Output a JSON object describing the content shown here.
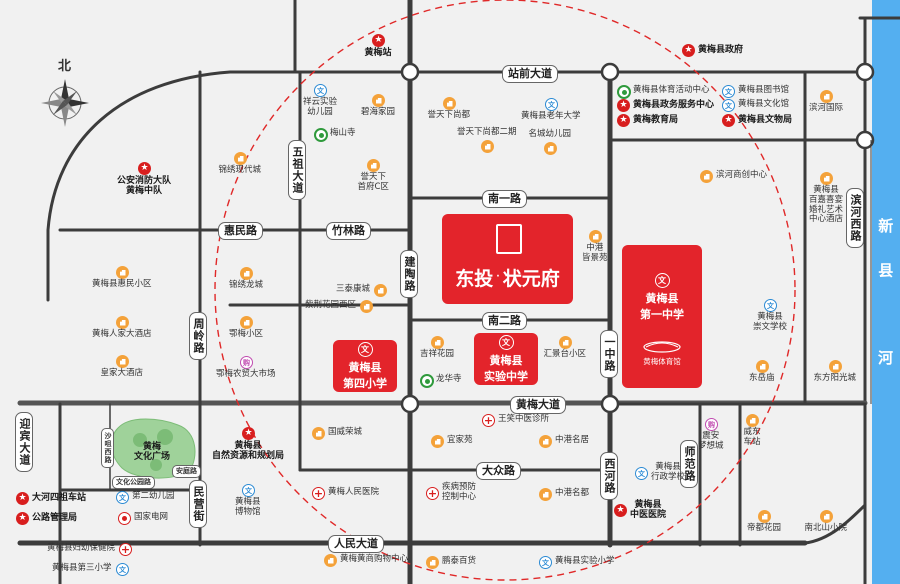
{
  "north": "北",
  "river": "河",
  "river_road_label": "新 县",
  "project": {
    "name": "东投",
    "sep": "·",
    "name2": "状元府"
  },
  "roads": {
    "zhanqian": "站前大道",
    "nanyi": "南一路",
    "naner": "南二路",
    "huangmei": "黄梅大道",
    "dazhong": "大众路",
    "renmin": "人民大道",
    "huimin": "惠民路",
    "zhulin": "竹林路",
    "wuzu": "五祖大道",
    "jiantao": "建陶路",
    "zhouling": "周岭路",
    "yibin": "迎宾大道",
    "minying": "民营街",
    "yizhong": "一中路",
    "xihe": "西河路",
    "shifan": "师范路",
    "binhexi": "滨河西路",
    "yanqiao": "沙咀西路",
    "anshi": "安庭路",
    "wenhua": "文化公园路"
  },
  "blocks": {
    "yizhong": "黄梅县\n第一中学",
    "sixiao": "黄梅县\n第四小学",
    "shiyan": "黄梅县\n实验中学",
    "tiyu": "黄梅体育馆"
  },
  "park": "黄梅\n文化广场",
  "pois": [
    {
      "t": "gov",
      "text": "黄梅站"
    },
    {
      "t": "gov",
      "text": "黄梅县政府"
    },
    {
      "t": "edu",
      "text": "祥云实验\n幼儿园"
    },
    {
      "t": "res",
      "text": "碧海家园"
    },
    {
      "t": "res",
      "text": "誉天下尚都"
    },
    {
      "t": "edu",
      "text": "黄梅县老年大学"
    },
    {
      "t": "green",
      "text": "黄梅县体育活动中心"
    },
    {
      "t": "gov",
      "text": "黄梅县政务服务中心"
    },
    {
      "t": "gov",
      "text": "黄梅教育局"
    },
    {
      "t": "edu",
      "text": "黄梅县图书馆"
    },
    {
      "t": "edu",
      "text": "黄梅县文化馆"
    },
    {
      "t": "gov",
      "text": "黄梅县文物局"
    },
    {
      "t": "res",
      "text": "滨河国际"
    },
    {
      "t": "green",
      "text": "梅山寺"
    },
    {
      "t": "res",
      "text": "誉天下\n首府C区"
    },
    {
      "t": "res",
      "text": "誉天下尚都二期"
    },
    {
      "t": "res",
      "text": "名城幼儿园"
    },
    {
      "t": "gov",
      "text": "公安消防大队\n黄梅中队"
    },
    {
      "t": "res",
      "text": "锦绣现代城"
    },
    {
      "t": "res",
      "text": "滨河商创中心"
    },
    {
      "t": "res",
      "text": "黄梅县\n百嘉喜宴\n婚礼艺术\n中心酒店"
    },
    {
      "t": "res",
      "text": "中港\n皆景苑"
    },
    {
      "t": "res",
      "text": "锦绣龙城"
    },
    {
      "t": "res",
      "text": "黄梅县惠民小区"
    },
    {
      "t": "res",
      "text": "三泰康城"
    },
    {
      "t": "res",
      "text": "紫荆花园西区"
    },
    {
      "t": "res",
      "text": "黄梅人家大酒店"
    },
    {
      "t": "res",
      "text": "鄂梅小区"
    },
    {
      "t": "edu",
      "text": "黄梅县\n崇文学校"
    },
    {
      "t": "res",
      "text": "吉祥花园"
    },
    {
      "t": "res",
      "text": "汇景台小区"
    },
    {
      "t": "res",
      "text": "皇家大酒店"
    },
    {
      "t": "shop",
      "text": "鄂梅农贸大市场"
    },
    {
      "t": "green",
      "text": "龙华寺"
    },
    {
      "t": "res",
      "text": "东岳庙"
    },
    {
      "t": "res",
      "text": "东方阳光城"
    },
    {
      "t": "hosp",
      "text": "王笑中医诊所"
    },
    {
      "t": "res",
      "text": "国威荣城"
    },
    {
      "t": "res",
      "text": "宜家苑"
    },
    {
      "t": "res",
      "text": "中港名居"
    },
    {
      "t": "shop",
      "text": "震安\n梦想城"
    },
    {
      "t": "res",
      "text": "威东\n车站"
    },
    {
      "t": "gov",
      "text": "黄梅县\n自然资源和规划局"
    },
    {
      "t": "edu",
      "text": "黄梅县\n行政学校"
    },
    {
      "t": "gov",
      "text": "大河四祖车站"
    },
    {
      "t": "edu",
      "text": "第二幼儿园"
    },
    {
      "t": "gov",
      "text": "公路管理局"
    },
    {
      "t": "tv",
      "text": "国家电网"
    },
    {
      "t": "hosp",
      "text": "黄梅人民医院"
    },
    {
      "t": "hosp",
      "text": "疾病预防\n控制中心"
    },
    {
      "t": "res",
      "text": "中港名都"
    },
    {
      "t": "gov",
      "text": "黄梅县\n中医医院"
    },
    {
      "t": "edu",
      "text": "黄梅县\n博物馆"
    },
    {
      "t": "res",
      "text": "帝都花园"
    },
    {
      "t": "res",
      "text": "南北山小院"
    },
    {
      "t": "hosp",
      "text": "黄梅县妇幼保健院"
    },
    {
      "t": "edu",
      "text": "黄梅县第三小学"
    },
    {
      "t": "res",
      "text": "黄梅黄商购物中心"
    },
    {
      "t": "res",
      "text": "鹏泰百货"
    },
    {
      "t": "edu",
      "text": "黄梅县实验小学"
    }
  ]
}
